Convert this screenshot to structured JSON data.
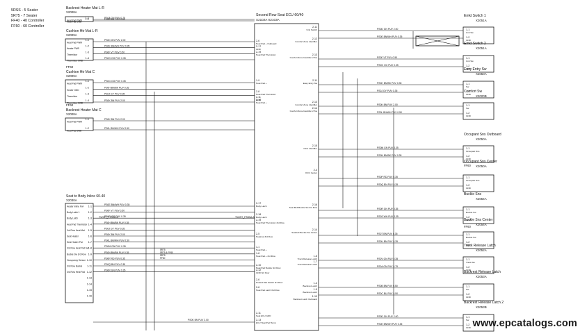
{
  "legend": [
    "5RSS - 5 Seater",
    "5R75 - 7 Seater",
    "FF40 - 40 Controller",
    "FF60 - 60 Controller"
  ],
  "watermark": "www.epcatalogs.com",
  "ecu": {
    "title": "Second Row Seat ECU 60/40",
    "codes": "X2102A  X2103A",
    "pins_left": [
      {
        "pin": "2-6",
        "name": "Heat Pad + Outboard"
      },
      {
        "pin": "2-17",
        "name": "GND"
      },
      {
        "pin": "2-19",
        "name": "Heat Pad Thermistor"
      },
      {
        "pin": "1-9",
        "name": "Heat Pad +"
      },
      {
        "pin": "2-8",
        "name": "Heat Pad Thermistor"
      },
      {
        "pin": "2-11",
        "name": "GND"
      },
      {
        "pin": "2-10",
        "name": "Heat Pad +"
      },
      {
        "pin": "2-17",
        "name": "Body Latch"
      },
      {
        "pin": "2-18",
        "name": "Body Latch"
      },
      {
        "pin": "2-19",
        "name": "Heat Pad Thermistor 3rd Row"
      },
      {
        "pin": "2-5",
        "name": "Heatmat 3rd Row"
      },
      {
        "pin": "1-1",
        "name": "Heat Pad +"
      },
      {
        "pin": "1-8",
        "name": "Heat Pad + 3rd Row"
      },
      {
        "pin": "2-10",
        "name": "Heat Pad Buckle 3rd Row"
      },
      {
        "pin": "2-12",
        "name": "GND 3rd Row"
      },
      {
        "pin": "2-6",
        "name": "Heated Mat Switch 3rd Row"
      },
      {
        "pin": "2-8",
        "name": "Heat Pad Latch 3rd Row"
      },
      {
        "pin": "2-11",
        "name": "Seat ECU GND"
      },
      {
        "pin": "2-13",
        "name": "ECU Heat Pad Temp"
      }
    ],
    "pins_right": [
      {
        "pin": "2-11",
        "name": "Unit Switch"
      },
      {
        "pin": "2-12",
        "name": "Comfort Zone Identifier"
      },
      {
        "pin": "2-13",
        "name": "Comfort Zone Identifier 2 Sw"
      },
      {
        "pin": "2-11",
        "name": "Easy Entry Sw"
      },
      {
        "pin": "2-13",
        "name": "Comfort Zone Identifier"
      },
      {
        "pin": "2-14",
        "name": "Comfort Zone Identifier 2 Sw"
      },
      {
        "pin": "2-15",
        "name": "OCC Identifier"
      },
      {
        "pin": "2-4",
        "name": "OCC Center"
      },
      {
        "pin": "2-16",
        "name": "Seat Belt Buckle Sw 3rd Row"
      },
      {
        "pin": "2-14",
        "name": "Seatbelt Buckle Sw Center"
      },
      {
        "pin": "1-6",
        "name": "Track Release Latch"
      },
      {
        "pin": "1-7",
        "name": "Track Release Latch"
      },
      {
        "pin": "1-4",
        "name": "Backrest Latch"
      },
      {
        "pin": "1-5",
        "name": "Backrest Latch"
      },
      {
        "pin": "1-10",
        "name": "Backrest Latch Outboard"
      }
    ]
  },
  "left_components": [
    {
      "title": "Backrest Heater Mat L-R",
      "code": "X2008A",
      "pins": [
        "1-1 Heat Pad PWM",
        "1-2 Heat Pad GND"
      ]
    },
    {
      "title": "Cushion Htr Mat L-R",
      "code": "X2009A",
      "pins": [
        "1-1 Heat Pad PWM",
        "1-2 Heater PWR",
        "1-3 Thermistor",
        "1-4 Thermistor GND"
      ]
    },
    {
      "title": "Cushion Htr Mat C",
      "code": "X2009A",
      "note": "FF60",
      "pins": [
        "1-1 Heat Pad PWM",
        "1-2 Heater GND",
        "1-3 Thermistor",
        "1-4 Thermistor GND"
      ]
    },
    {
      "title": "Backrest Heater Mat C",
      "code": "X2008A",
      "note": "FF60",
      "pins": [
        "1-1 Heat Pad PWM",
        "1-2 Heat Pad GND"
      ]
    }
  ],
  "inline_connector": {
    "title": "Seat to Body Inline 60-40",
    "code": "X2030A",
    "pins": [
      "1-1",
      "1-2",
      "1-3",
      "1-4",
      "1-5",
      "1-6",
      "1-7",
      "1-8",
      "1-9",
      "1-10",
      "1-11",
      "1-12",
      "1-13",
      "1-14",
      "1-15",
      "1-16"
    ],
    "names": [
      "Heater Inline Pwr",
      "Body Latch 1",
      "Body Latch",
      "Heat Pad Thermistor",
      "3rd Row Heat Mat",
      "Seat Heater",
      "Seat Heater Pwr",
      "3rd Row Heat Pad Sw",
      "Buckle Sw 3rd Row",
      "Occupancy Sensor",
      "3rd Row Buckle",
      "3rd Row Heat Pad"
    ]
  },
  "right_components": [
    {
      "title": "Emkt Switch 1",
      "code": "X2051A",
      "pins": [
        "1-1 Unit Sw",
        "1-2 GND"
      ]
    },
    {
      "title": "Emkt Switch 2",
      "code": "X2051A",
      "pins": [
        "1-1 Unit Sw",
        "1-2 GND"
      ]
    },
    {
      "title": "Easy Entry Sw",
      "code": "X2050A",
      "pins": [
        "1-1 Sw",
        "1-2 GND"
      ]
    },
    {
      "title": "Comfort Sw",
      "code": "X2020B",
      "pins": [
        "1-1 Sw",
        "1-2 GND"
      ]
    },
    {
      "title": "Occupant Sns Outboard",
      "code": "X2050A",
      "note": "FF60",
      "pins": [
        "1-1 Occupant Sns",
        "1-2 GND"
      ]
    },
    {
      "title": "Occupant Sns Center",
      "code": "X2050A",
      "pins": [
        "1-1 Occupant Sns",
        "1-2 GND"
      ]
    },
    {
      "title": "Buckle Sns",
      "code": "X2054A",
      "note": "FF60",
      "pins": [
        "1-1 Buckle Sw",
        "1-2 GND"
      ]
    },
    {
      "title": "Buckle Sns Center",
      "code": "X2054A",
      "pins": [
        "1-1 Buckle Sw",
        "1-2 GND"
      ]
    },
    {
      "title": "Track Release Latch",
      "code": "X2052A",
      "pins": [
        "1-1 Track Sw",
        "1-2 GND"
      ]
    },
    {
      "title": "Backrest Release Latch",
      "code": "X2053A",
      "pins": [
        "1-1 Sw",
        "1-2 GND"
      ]
    },
    {
      "title": "Backrest Release Latch 2",
      "code": "X2053B",
      "pins": [
        "1-1 Sw",
        "1-2 GND"
      ]
    }
  ],
  "wire_codes": [
    "PS0A GN PUV 0.75",
    "PS0B BN PUV 0.50",
    "PS0C BU PUV 0.50",
    "PS0D GN PUV 2.00",
    "PS0E BN/WH PUV 0.35",
    "PS0F VT PUV 0.50",
    "PS0G OG PUV 0.35",
    "PS0H BN/BK PUV 0.35",
    "PS0J GY PUV 0.35",
    "PS0K BN PUV 2.00",
    "PS0L BN/WH PUV 0.50",
    "PS0M GN PUV 0.35",
    "PS0N BN/BK PUV 0.35",
    "PS0P RD PUV 0.35",
    "PS0Q BN PUV 0.35",
    "PS0R GN PUV 0.35",
    "PS0S WH PUV 0.35",
    "PS0T BN PUV 0.35",
    "PS0U BN PUV 0.35",
    "PS0V GN PUV 0.35"
  ],
  "splice_labels": [
    "TWIST_PS35A-A",
    "TWIST_PS35A-A"
  ],
  "notes": [
    "5R75 & FF60",
    "5R75",
    "5R75 & FF60",
    "5R75",
    "FF60",
    "5R75"
  ]
}
